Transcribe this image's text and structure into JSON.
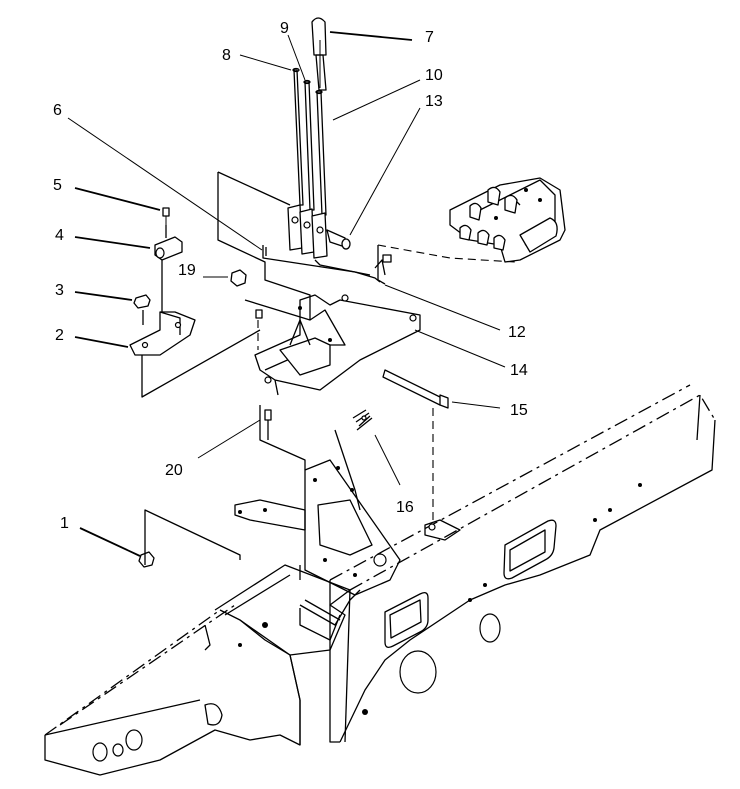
{
  "callouts": [
    {
      "id": "c1",
      "label": "1"
    },
    {
      "id": "c2",
      "label": "2"
    },
    {
      "id": "c3",
      "label": "3"
    },
    {
      "id": "c4",
      "label": "4"
    },
    {
      "id": "c5",
      "label": "5"
    },
    {
      "id": "c6",
      "label": "6"
    },
    {
      "id": "c7",
      "label": "7"
    },
    {
      "id": "c8",
      "label": "8"
    },
    {
      "id": "c9",
      "label": "9"
    },
    {
      "id": "c10",
      "label": "10"
    },
    {
      "id": "c12",
      "label": "12"
    },
    {
      "id": "c13",
      "label": "13"
    },
    {
      "id": "c14",
      "label": "14"
    },
    {
      "id": "c15",
      "label": "15"
    },
    {
      "id": "c16",
      "label": "16"
    },
    {
      "id": "c19",
      "label": "19"
    },
    {
      "id": "c20",
      "label": "20"
    }
  ]
}
